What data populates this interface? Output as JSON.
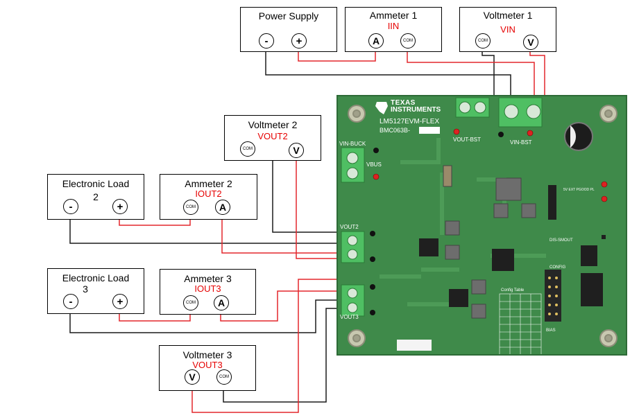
{
  "instruments": {
    "power_supply": {
      "title": "Power Supply",
      "neg": "-",
      "pos": "+"
    },
    "ammeter1": {
      "title": "Ammeter 1",
      "signal": "IIN",
      "a": "A",
      "com": "COM"
    },
    "voltmeter1": {
      "title": "Voltmeter 1",
      "signal": "VIN",
      "com": "COM",
      "v": "V"
    },
    "voltmeter2": {
      "title": "Voltmeter 2",
      "signal": "VOUT2",
      "com": "COM",
      "v": "V"
    },
    "eload2": {
      "title": "Electronic Load",
      "num": "2",
      "neg": "-",
      "pos": "+"
    },
    "ammeter2": {
      "title": "Ammeter 2",
      "signal": "IOUT2",
      "com": "COM",
      "a": "A"
    },
    "eload3": {
      "title": "Electronic Load",
      "num": "3",
      "neg": "-",
      "pos": "+"
    },
    "ammeter3": {
      "title": "Ammeter 3",
      "signal": "IOUT3",
      "com": "COM",
      "a": "A"
    },
    "voltmeter3": {
      "title": "Voltmeter 3",
      "signal": "VOUT3",
      "v": "V",
      "com": "COM"
    }
  },
  "board": {
    "brand_line1": "TEXAS",
    "brand_line2": "INSTRUMENTS",
    "model": "LM5127EVM-FLEX",
    "part": "BMC063B-",
    "labels": {
      "vin_buck": "VIN-BUCK",
      "vbus": "VBUS",
      "vout_bst": "VOUT-BST",
      "vin_bst": "VIN-BST",
      "vout2": "VOUT2",
      "vout3": "VOUT3",
      "config": "CONFIG",
      "config_table": "Config Table",
      "bias": "BIAS",
      "dis_smout": "DIS-SMOUT",
      "ext_pgood": "5V EXT PGOOD PL"
    }
  },
  "colors": {
    "wire_red": "#e3262b",
    "wire_black": "#1a1a1a",
    "pcb_green": "#3f8a4a",
    "label_red": "#e60000"
  }
}
